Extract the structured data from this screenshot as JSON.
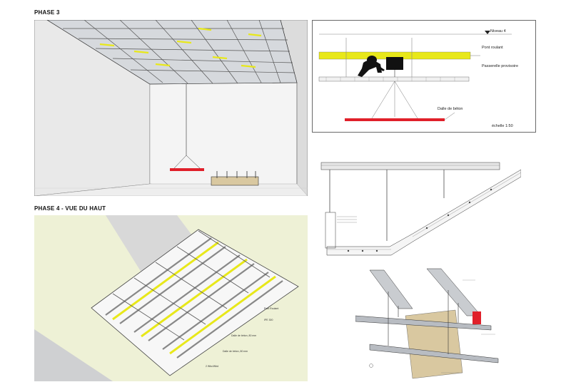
{
  "headings": {
    "phase3": "PHASE 3",
    "phase4": "PHASE 4 - VUE DU HAUT"
  },
  "section_detail": {
    "niveau": "Niveau 4",
    "pont_roulant": "Pont roulant",
    "passerelle": "Passerelle provisoire",
    "dalle": "Dalle de béton",
    "echelle": "échelle 1:50"
  },
  "phase4_labels": {
    "pont_roulant": "Pont Roulant",
    "profile": "IPE 300",
    "dalle_1": "Dalle de béton, 80 mm",
    "dalle_2": "Dalle de béton, 80 mm",
    "poutre": "2 Wbc/Wbd"
  },
  "colors": {
    "yellow": "#e8e81a",
    "red": "#e0202a",
    "steel": "#b8bcc2",
    "wall": "#e6e6e6",
    "concrete": "#d9c8a0"
  }
}
